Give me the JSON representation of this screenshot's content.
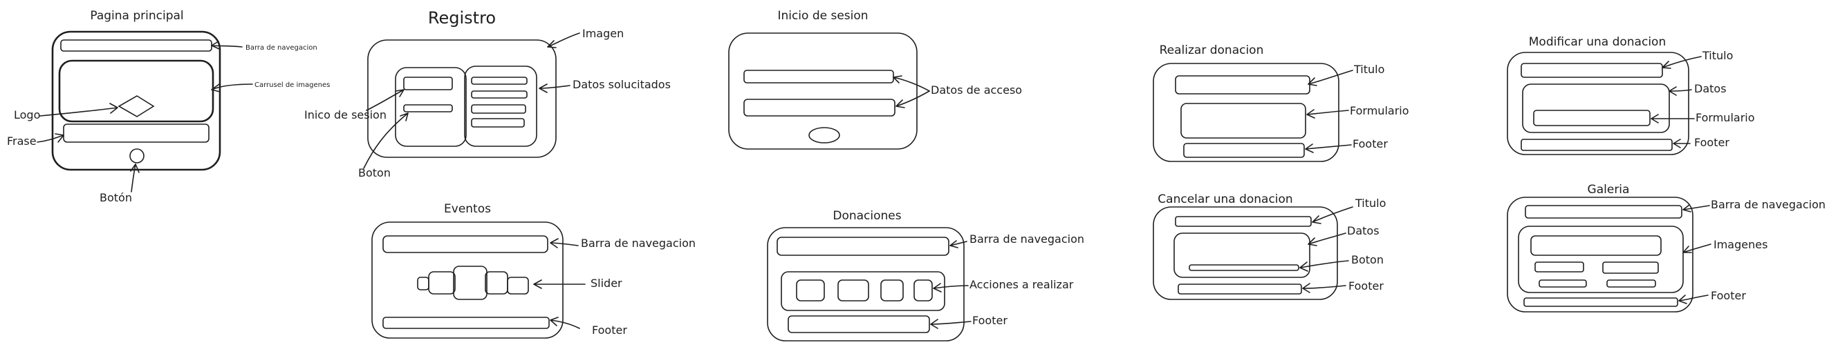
{
  "screens": {
    "pagina_principal": {
      "title": "Pagina principal",
      "labels": {
        "barra": "Barra de navegacion",
        "carrusel": "Carrusel de imagenes",
        "logo": "Logo",
        "frase": "Frase",
        "boton": "Botón"
      }
    },
    "registro": {
      "title": "Registro",
      "labels": {
        "imagen": "Imagen",
        "datos": "Datos solucitados",
        "inicio": "Inico de sesion",
        "boton": "Boton"
      }
    },
    "inicio_sesion": {
      "title": "Inicio de sesion",
      "labels": {
        "datos_acceso": "Datos de acceso"
      }
    },
    "realizar_donacion": {
      "title": "Realizar donacion",
      "labels": {
        "titulo": "Titulo",
        "formulario": "Formulario",
        "footer": "Footer"
      }
    },
    "modificar_donacion": {
      "title": "Modificar una donacion",
      "labels": {
        "titulo": "Titulo",
        "datos": "Datos",
        "formulario": "Formulario",
        "footer": "Footer"
      }
    },
    "eventos": {
      "title": "Eventos",
      "labels": {
        "barra": "Barra de navegacion",
        "slider": "Slider",
        "footer": "Footer"
      }
    },
    "donaciones": {
      "title": "Donaciones",
      "labels": {
        "barra": "Barra de navegacion",
        "acciones": "Acciones a realizar",
        "footer": "Footer"
      }
    },
    "cancelar_donacion": {
      "title": "Cancelar una donacion",
      "labels": {
        "titulo": "Titulo",
        "datos": "Datos",
        "boton": "Boton",
        "footer": "Footer"
      }
    },
    "galeria": {
      "title": "Galeria",
      "labels": {
        "barra": "Barra de navegacion",
        "imagenes": "Imagenes",
        "footer": "Footer"
      }
    }
  }
}
